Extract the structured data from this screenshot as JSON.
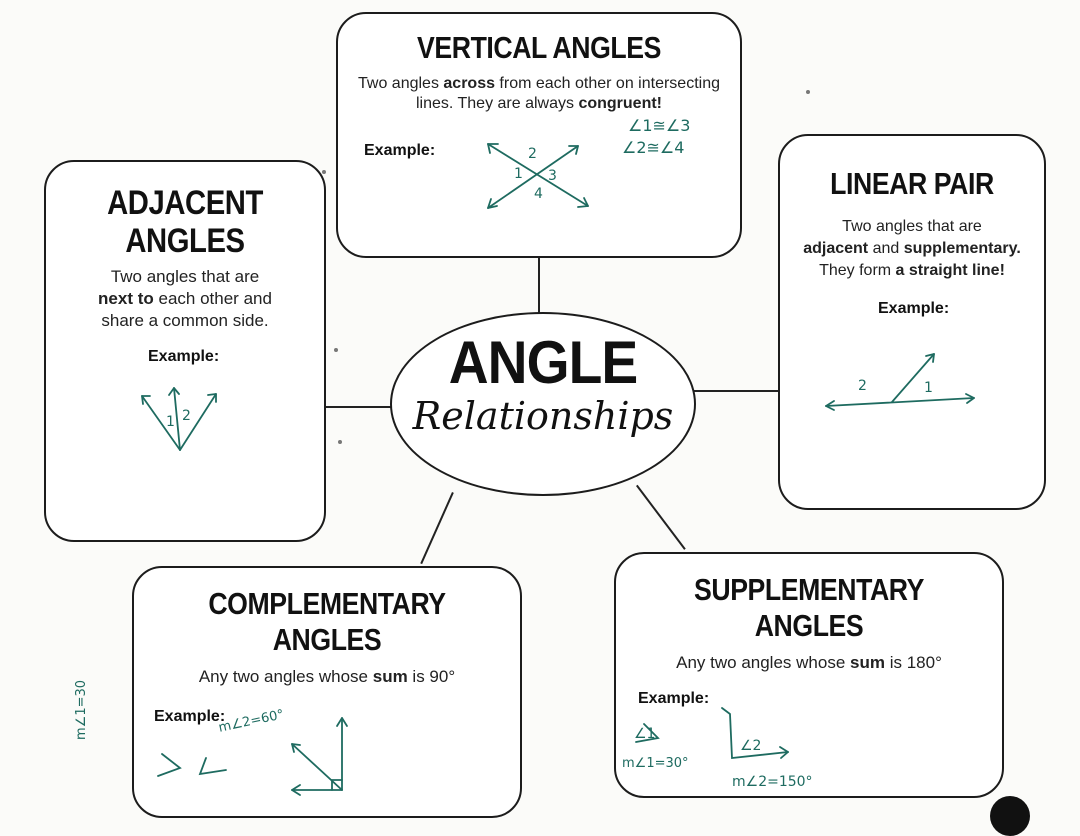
{
  "center": {
    "title": "ANGLE",
    "subtitle": "Relationships"
  },
  "vertical": {
    "heading": "VERTICAL ANGLES",
    "desc_1": "Two angles ",
    "desc_bold_1": "across",
    "desc_2": " from each other on intersecting lines.  They are always ",
    "desc_bold_2": "congruent!",
    "example_label": "Example:",
    "note_1": "∠1≅∠3",
    "note_2": "∠2≅∠4",
    "angle_labels": [
      "1",
      "2",
      "3",
      "4"
    ]
  },
  "adjacent": {
    "heading_1": "ADJACENT",
    "heading_2": "ANGLES",
    "desc_1": "Two angles that are",
    "desc_bold": "next to",
    "desc_2": " each other and",
    "desc_3": "share a common side.",
    "example_label": "Example:",
    "angle_labels": [
      "1",
      "2"
    ]
  },
  "linear": {
    "heading": "LINEAR PAIR",
    "desc_1": "Two angles that are",
    "desc_bold_1": "adjacent",
    "desc_2": " and ",
    "desc_bold_2": "supplementary.",
    "desc_3": "They form ",
    "desc_bold_3": "a straight line!",
    "example_label": "Example:",
    "angle_labels": [
      "2",
      "1"
    ]
  },
  "complementary": {
    "heading_1": "COMPLEMENTARY",
    "heading_2": "ANGLES",
    "desc_1": "Any two angles whose ",
    "desc_bold": "sum",
    "desc_2": " is 90°",
    "example_label": "Example:",
    "note_1": "m∠1=30",
    "note_2": "m∠2=60°"
  },
  "supplementary": {
    "heading_1": "SUPPLEMENTARY",
    "heading_2": "ANGLES",
    "desc_1": "Any two angles whose ",
    "desc_bold": "sum",
    "desc_2": " is 180°",
    "example_label": "Example:",
    "note_1": "m∠1=30°",
    "note_2": "m∠2=150°",
    "angle_labels": [
      "∠1",
      "∠2"
    ]
  },
  "colors": {
    "ink": "#1c1c1c",
    "handwriting": "#1e6b60",
    "paper": "#fbfbf9"
  }
}
